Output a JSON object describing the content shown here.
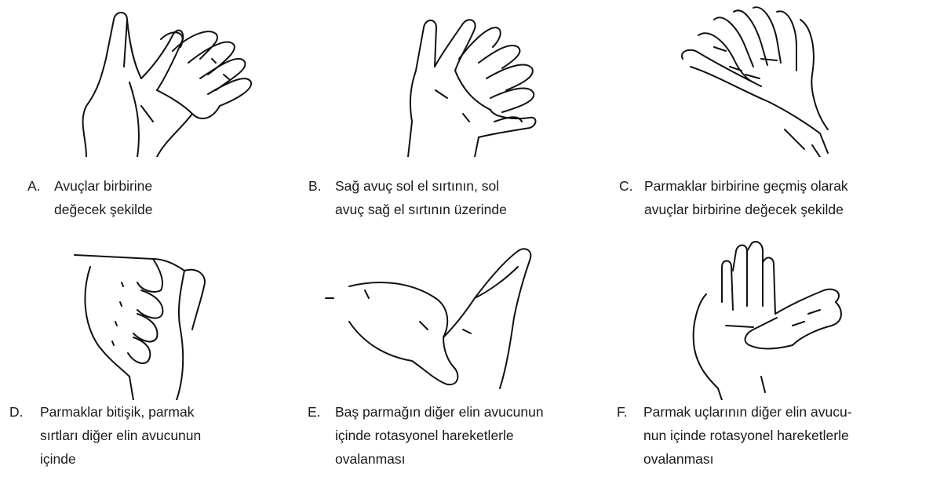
{
  "steps": [
    {
      "letter": "A.",
      "lines": [
        "Avuçlar birbirine",
        "değecek şekilde"
      ]
    },
    {
      "letter": "B.",
      "lines": [
        "Sağ avuç sol el sırtının, sol",
        "avuç sağ el sırtının üzerinde"
      ]
    },
    {
      "letter": "C.",
      "lines": [
        "Parmaklar birbirine geçmiş olarak",
        "avuçlar birbirine değecek şekilde"
      ]
    },
    {
      "letter": "D.",
      "lines": [
        "Parmaklar bitişik, parmak",
        "sırtları diğer elin avucunun",
        "içinde"
      ]
    },
    {
      "letter": "E.",
      "lines": [
        "Baş parmağın diğer elin avucunun",
        "içinde rotasyonel hareketlerle",
        "ovalanması"
      ]
    },
    {
      "letter": "F.",
      "lines": [
        "Parmak uçlarının diğer elin avucu-",
        "nun içinde rotasyonel hareketlerle",
        "ovalanması"
      ]
    }
  ],
  "illustrations": [
    {
      "icon": "palm-to-palm-hands-icon"
    },
    {
      "icon": "palm-over-back-hands-icon"
    },
    {
      "icon": "interlaced-fingers-hands-icon"
    },
    {
      "icon": "backs-of-fingers-in-palm-icon"
    },
    {
      "icon": "thumb-rotation-in-palm-icon"
    },
    {
      "icon": "fingertips-rotation-in-palm-icon"
    }
  ]
}
